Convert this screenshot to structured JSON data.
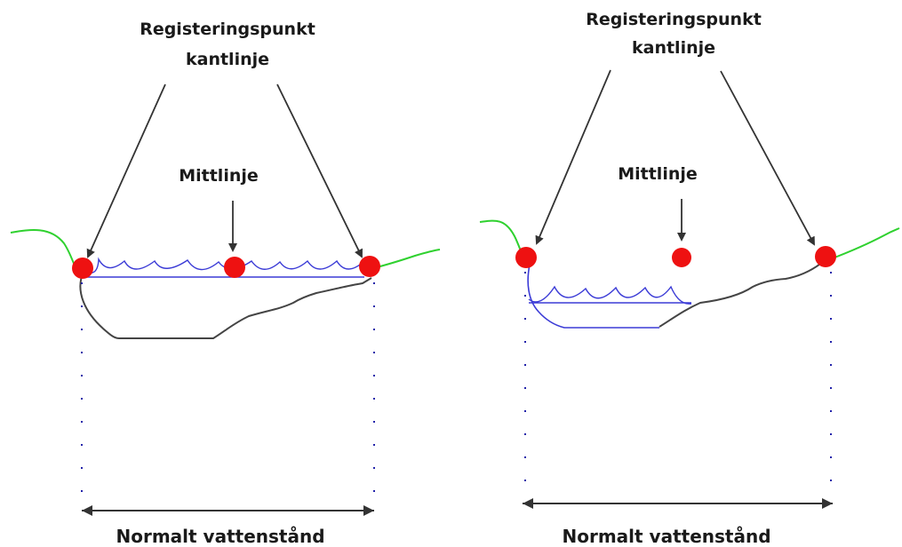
{
  "left_panel": {
    "top_label": [
      "Registeringspunkt",
      "kantlinje"
    ],
    "center_label": "Mittlinje",
    "bottom_label": "Normalt vattenstånd"
  },
  "right_panel": {
    "top_label": [
      "Registeringspunkt",
      "kantlinje"
    ],
    "center_label": "Mittlinje",
    "bottom_label": "Normalt vattenstånd"
  },
  "colors": {
    "bank": "#2fd12f",
    "water": "#3b3bd6",
    "channel": "#444444",
    "point": "#ee1111",
    "arrow": "#333333",
    "measure_dots": "#2222aa"
  }
}
